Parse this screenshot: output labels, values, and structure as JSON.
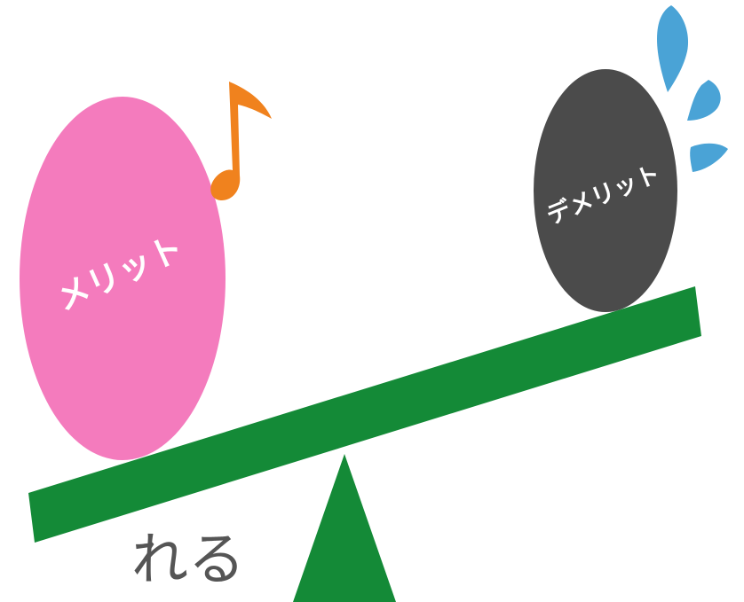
{
  "illustration": {
    "merit_label": "メリット",
    "demerit_label": "デメリット",
    "bottom_text": "れる"
  },
  "colors": {
    "merit_ball": "#f47bbd",
    "demerit_ball": "#4b4b4b",
    "seesaw_plank": "#148a37",
    "fulcrum": "#148a37",
    "music_note": "#f0821e",
    "sweat_drops": "#4aa3d6",
    "label_text": "#ffffff",
    "bottom_text": "#555555"
  },
  "icons": {
    "music_note": "music-note-icon",
    "sweat_drops": "sweat-drops-icon"
  }
}
